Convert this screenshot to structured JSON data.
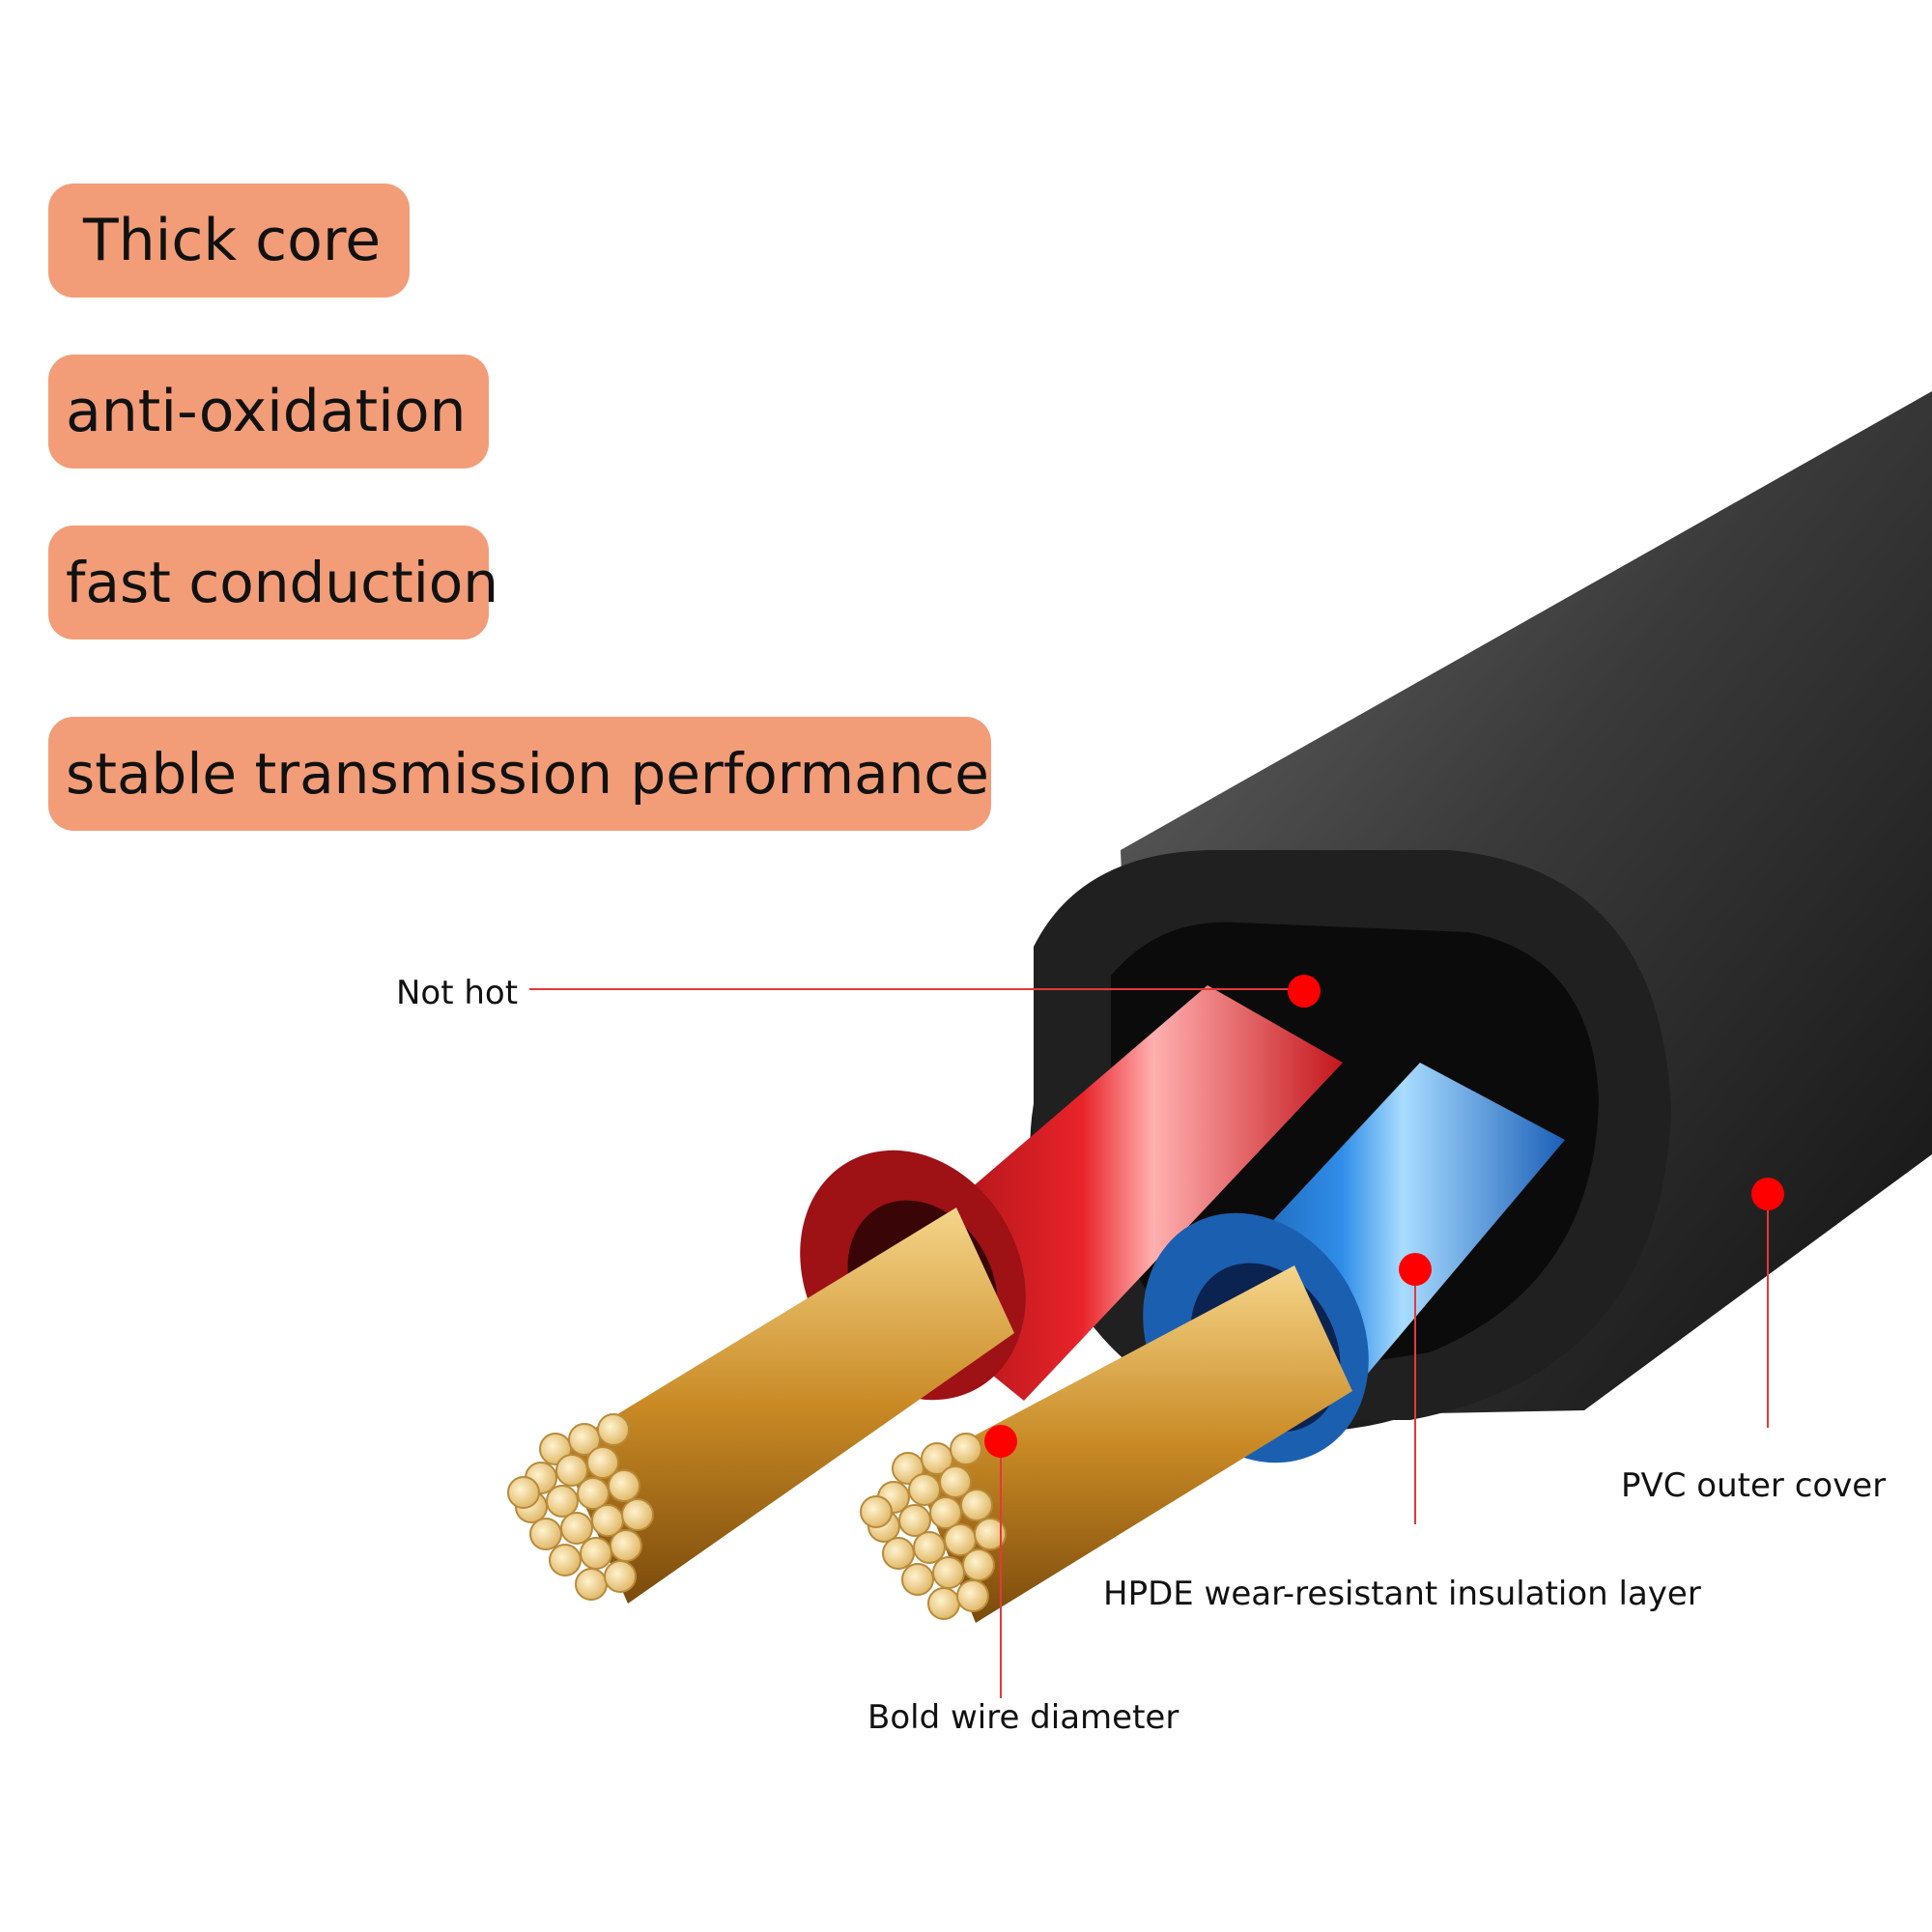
{
  "features": [
    "Thick core",
    "anti-oxidation",
    "fast conduction",
    "stable transmission performance"
  ],
  "callouts": {
    "not_hot": "Not hot",
    "pvc": "PVC outer cover",
    "hpde": "HPDE wear-resistant insulation layer",
    "bold": "Bold wire diameter"
  },
  "colors": {
    "pill": "#F29D78",
    "sheath": "#1c1c1c",
    "red_insulation": "#c4161c",
    "blue_insulation": "#1d6fd1",
    "copper": "#d9a441",
    "marker": "#ff0000"
  }
}
